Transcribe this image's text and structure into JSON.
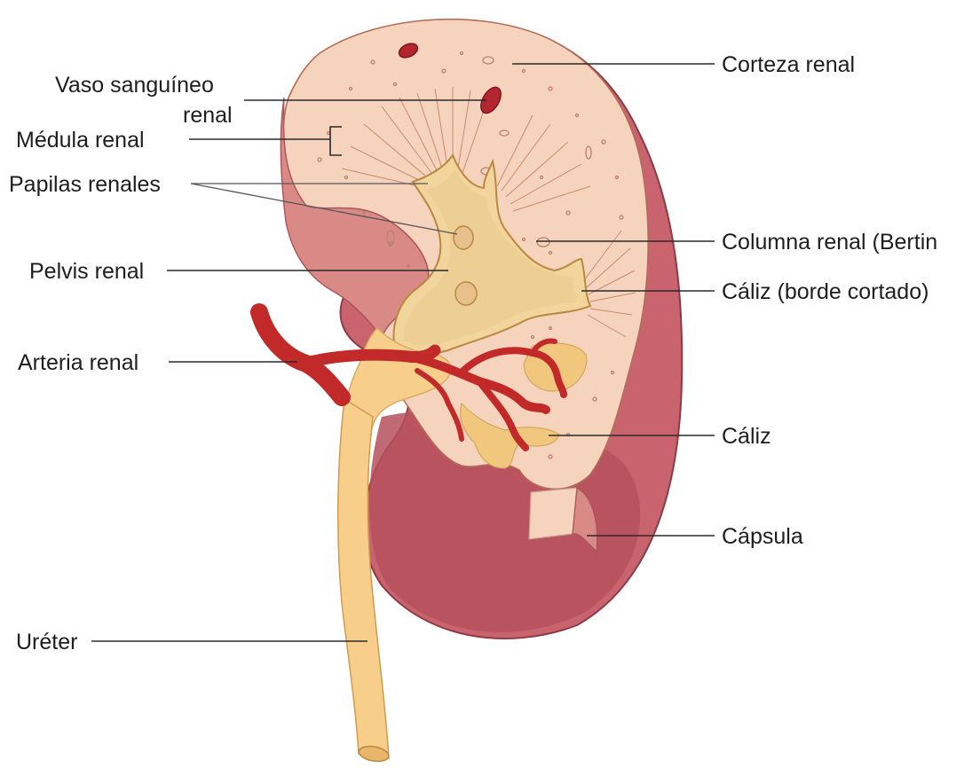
{
  "labels": {
    "corteza": "Corteza renal",
    "vaso_line1": "Vaso sanguíneo",
    "vaso_line2": "renal",
    "medula": "Médula renal",
    "papilas": "Papilas renales",
    "columna": "Columna renal (Bertin",
    "pelvis": "Pelvis renal",
    "caliz_cortado": "Cáliz (borde cortado)",
    "arteria": "Arteria renal",
    "caliz": "Cáliz",
    "capsula": "Cápsula",
    "ureter": "Uréter"
  },
  "colors": {
    "capsule_outer": "#c9636e",
    "capsule_dark": "#b8515e",
    "cortex": "#f6d3bd",
    "pelvis": "#f2d49d",
    "artery": "#c22a2a",
    "ureter": "#f7cf8a"
  }
}
